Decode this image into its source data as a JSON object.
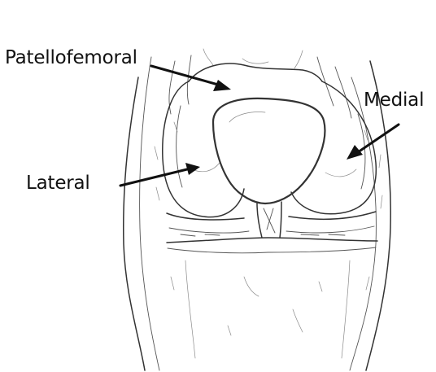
{
  "diagram": {
    "labels": {
      "patellofemoral": "Patellofemoral",
      "medial": "Medial",
      "lateral": "Lateral"
    }
  },
  "colors": {
    "ink": "#111111",
    "background": "#ffffff"
  }
}
